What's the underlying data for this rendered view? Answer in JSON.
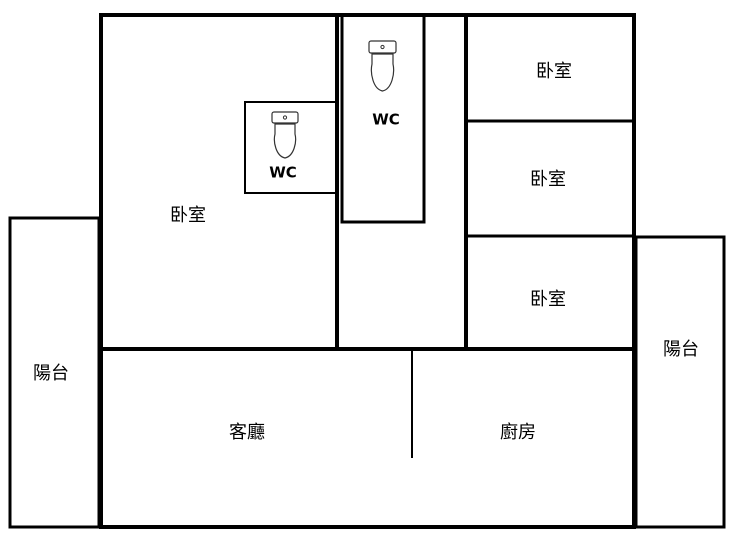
{
  "floor_plan": {
    "rooms": {
      "bedroom_main": "卧室",
      "bedroom_1": "卧室",
      "bedroom_2": "卧室",
      "bedroom_3": "卧室",
      "balcony_left": "陽台",
      "balcony_right": "陽台",
      "living_room": "客廳",
      "kitchen": "廚房",
      "wc_small": "WC",
      "wc_corridor": "WC"
    },
    "icons": {
      "toilet_small": "toilet-icon",
      "toilet_corridor": "toilet-icon"
    }
  }
}
